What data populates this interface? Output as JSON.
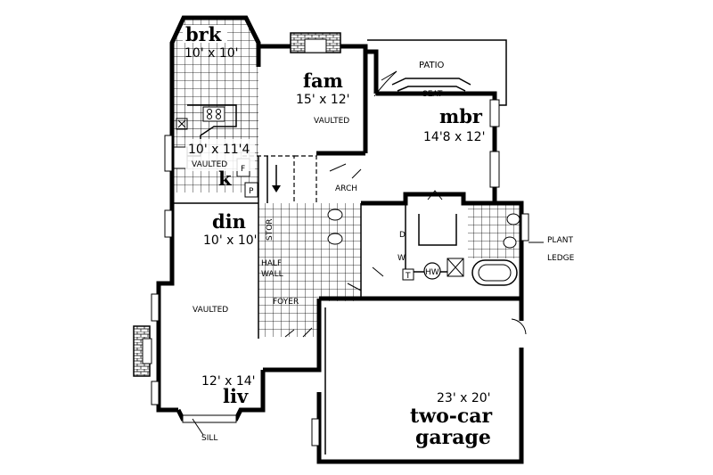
{
  "rooms": {
    "breakfast": {
      "name": "brk",
      "size": "10' x 10'"
    },
    "family": {
      "name": "fam",
      "size": "15' x 12'",
      "note": "VAULTED"
    },
    "patio": {
      "name": "PATIO"
    },
    "seat": {
      "name": "SEAT"
    },
    "master_bedroom": {
      "name": "mbr",
      "size": "14'8 x 12'"
    },
    "kitchen": {
      "name": "k",
      "size": "10' x 11'4",
      "note": "VAULTED"
    },
    "arch": {
      "name": "ARCH"
    },
    "dining": {
      "name": "din",
      "size": "10' x 10'"
    },
    "storage": {
      "name": "STOR"
    },
    "half_wall": {
      "line1": "HALF",
      "line2": "WALL"
    },
    "foyer": {
      "name": "FOYER"
    },
    "living": {
      "name": "liv",
      "size": "12' x 14'",
      "note": "VAULTED"
    },
    "sill": {
      "name": "SILL"
    },
    "garage": {
      "size": "23' x 20'",
      "line1": "two-car",
      "line2": "garage"
    },
    "plant_ledge": {
      "line1": "PLANT",
      "line2": "LEDGE"
    }
  },
  "fixtures": {
    "fridge": "F",
    "pantry": "P",
    "washer": "W",
    "dryer": "D",
    "toilet_tag": "T",
    "water_heater": "HW"
  }
}
